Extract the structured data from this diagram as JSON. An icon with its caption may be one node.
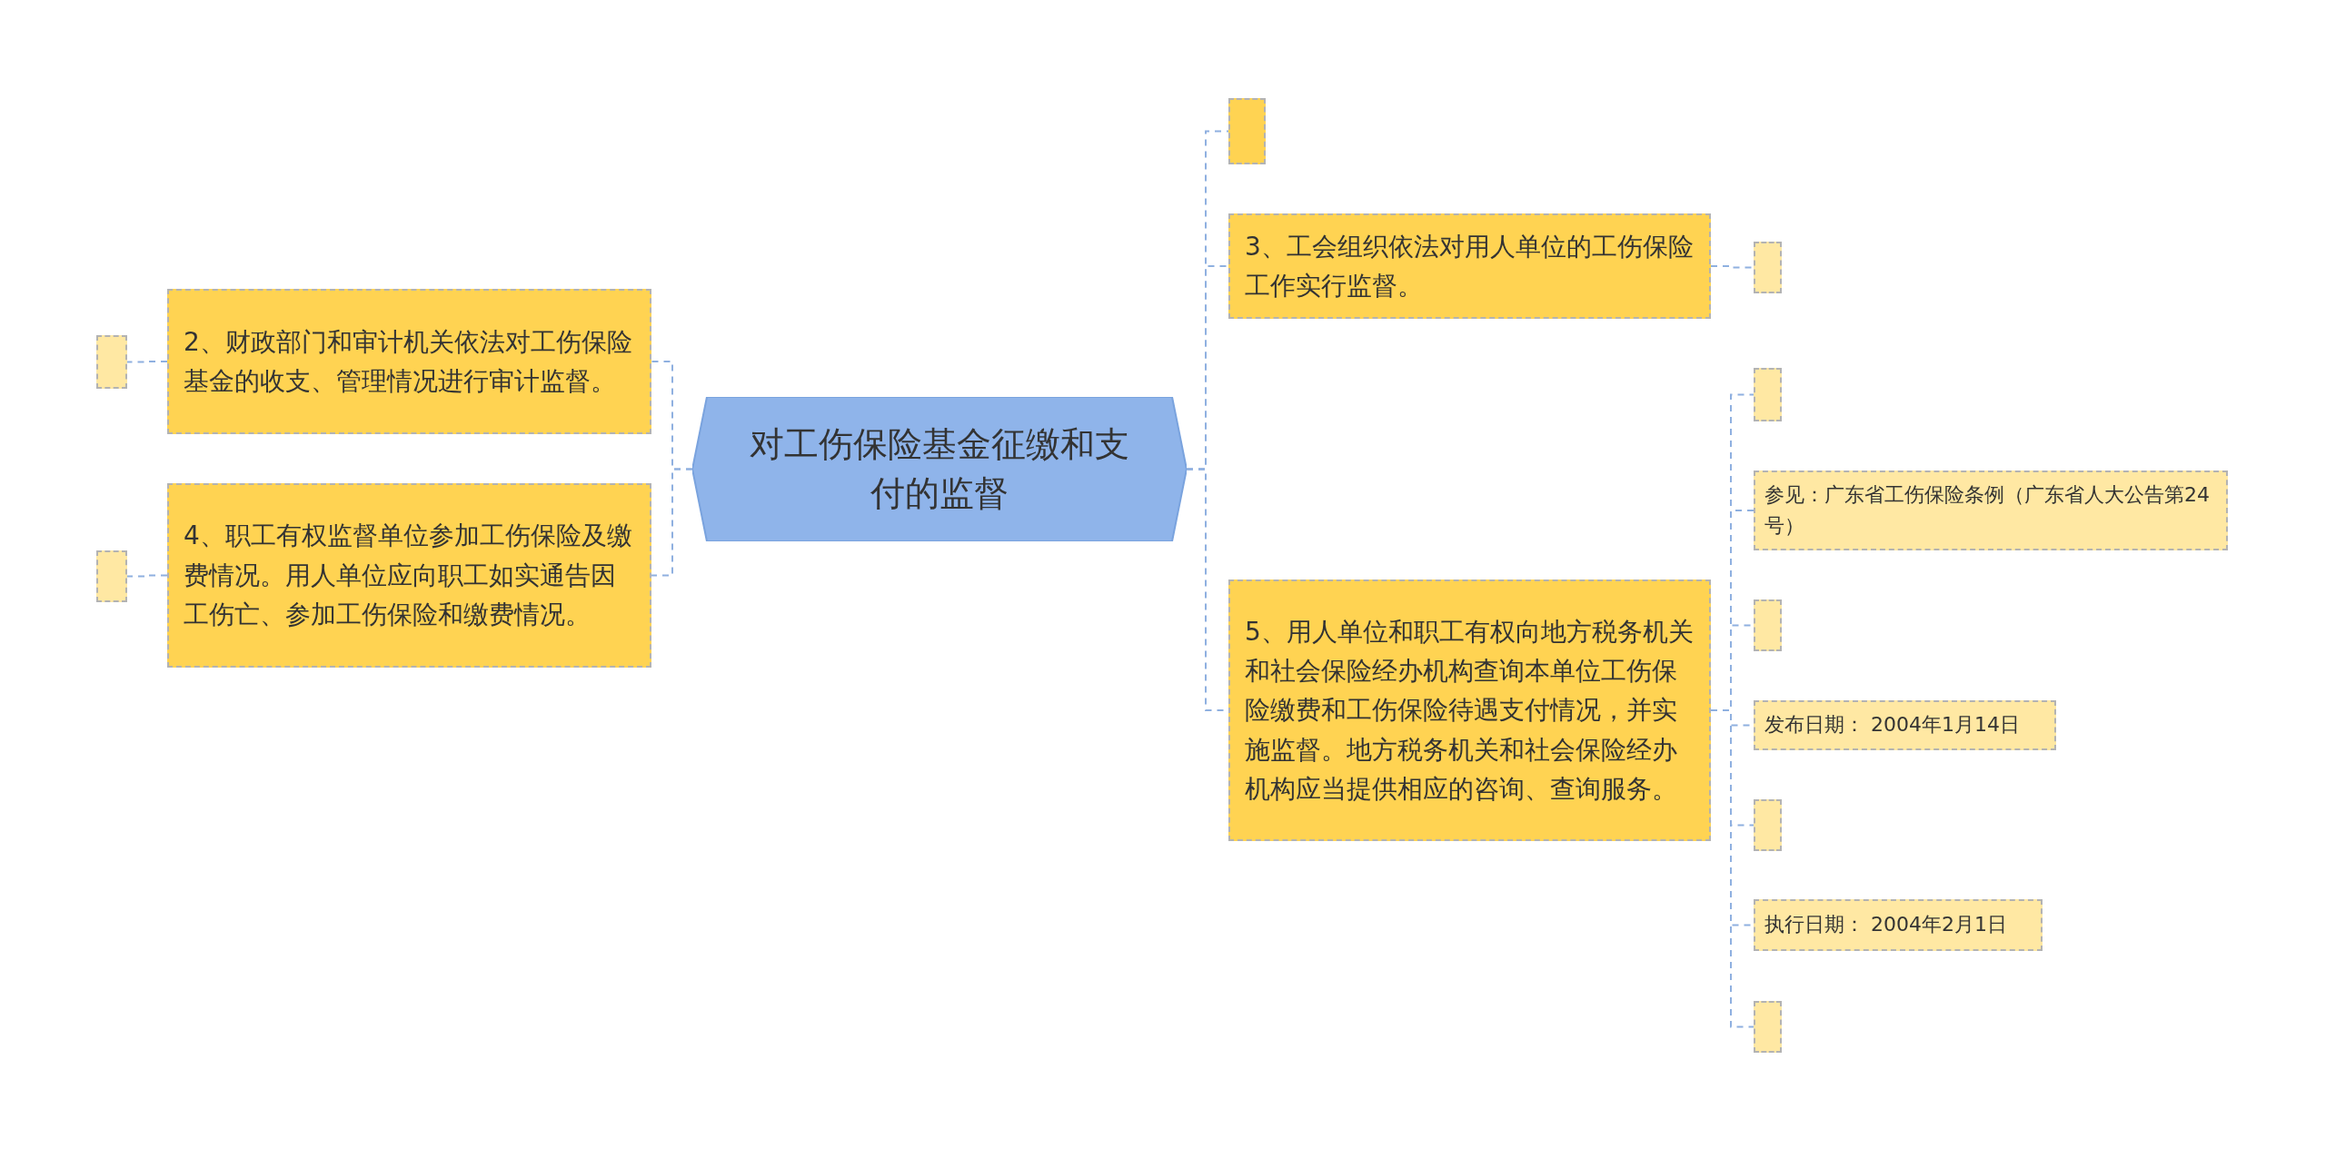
{
  "diagram": {
    "nodes": [
      {
        "text": [
          "对工伤保险基金征缴和支付的监督"
        ]
      },
      {
        "text": [
          "2、财政部门和审计机关依法对工伤保险基金的收支、管理情况进行审计监督。"
        ]
      },
      {
        "text": [],
        "shape": "box"
      },
      {
        "text": [
          "4、职工有权监督单位参加工伤保险及缴费情况。用人单位应向职工如实通告因工伤亡、参加工伤保险和缴费情况。"
        ]
      },
      {
        "text": [],
        "shape": "box"
      },
      {
        "text": [],
        "shape": "box"
      },
      {
        "text": [
          "3、工会组织依法对用人单位的工伤保险工作实行监督。"
        ]
      },
      {
        "text": [],
        "shape": "box"
      },
      {
        "text": [
          "5、用人单位和职工有权向地方税务机关和社会保险经办机构查询本单位工伤保险缴费和工伤保险待遇支付情况，并实施监督。地方税务机关和社会保险经办机构应当提供相应的咨询、查询服务。"
        ]
      },
      {
        "text": [],
        "shape": "box"
      },
      {
        "text": [
          "参见：广东省工伤保险条例（广东省人大公告第24号）"
        ]
      },
      {
        "text": [],
        "shape": "box"
      },
      {
        "text": [
          "发布日期： 2004年1月14日"
        ]
      },
      {
        "text": [],
        "shape": "box"
      },
      {
        "text": [
          "执行日期： 2004年2月1日"
        ]
      },
      {
        "text": [],
        "shape": "box"
      }
    ],
    "edges": [
      {
        "from": 0,
        "to": 1,
        "arrow": "none",
        "style": "dashed"
      },
      {
        "from": 1,
        "to": 2,
        "arrow": "none",
        "style": "dashed"
      },
      {
        "from": 0,
        "to": 3,
        "arrow": "none",
        "style": "dashed"
      },
      {
        "from": 3,
        "to": 4,
        "arrow": "none",
        "style": "dashed"
      },
      {
        "from": 0,
        "to": 5,
        "arrow": "none",
        "style": "dashed"
      },
      {
        "from": 0,
        "to": 6,
        "arrow": "none",
        "style": "dashed"
      },
      {
        "from": 6,
        "to": 7,
        "arrow": "none",
        "style": "dashed"
      },
      {
        "from": 0,
        "to": 8,
        "arrow": "none",
        "style": "dashed"
      },
      {
        "from": 8,
        "to": 9,
        "arrow": "none",
        "style": "dashed"
      },
      {
        "from": 8,
        "to": 10,
        "arrow": "none",
        "style": "dashed"
      },
      {
        "from": 8,
        "to": 11,
        "arrow": "none",
        "style": "dashed"
      },
      {
        "from": 8,
        "to": 12,
        "arrow": "none",
        "style": "dashed"
      },
      {
        "from": 8,
        "to": 13,
        "arrow": "none",
        "style": "dashed"
      },
      {
        "from": 8,
        "to": 14,
        "arrow": "none",
        "style": "dashed"
      },
      {
        "from": 8,
        "to": 15,
        "arrow": "none",
        "style": "dashed"
      }
    ]
  }
}
